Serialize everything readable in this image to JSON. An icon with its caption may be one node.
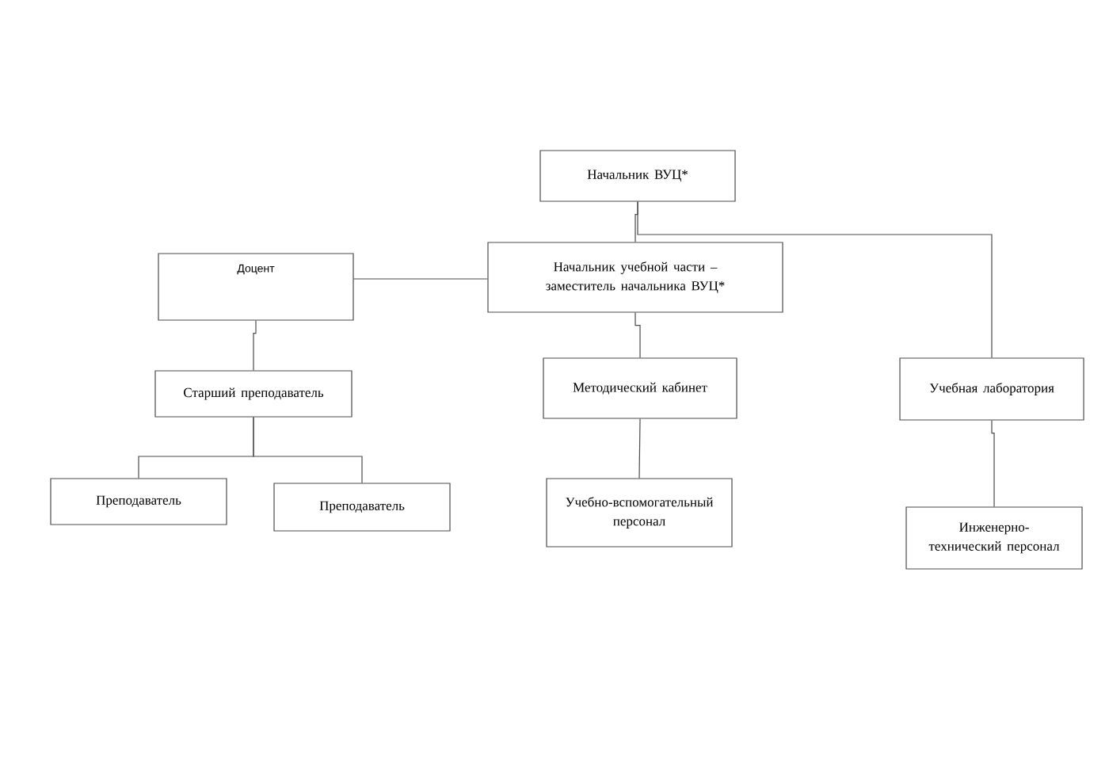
{
  "diagram": {
    "nodes": [
      {
        "text": [
          "Начальник ВУЦ*"
        ]
      },
      {
        "text": [
          "Начальник учебной части – заместитель начальника ВУЦ*"
        ]
      },
      {
        "text": [
          "Доцент"
        ]
      },
      {
        "text": [
          "Старший преподаватель"
        ]
      },
      {
        "text": [
          "Преподаватель"
        ]
      },
      {
        "text": [
          "Преподаватель"
        ]
      },
      {
        "text": [
          "Методический кабинет"
        ]
      },
      {
        "text": [
          "Учебно-вспомогательный персонал"
        ]
      },
      {
        "text": [
          "Учебная лаборатория"
        ]
      },
      {
        "text": [
          "Инженерно-технический персонал"
        ]
      }
    ],
    "edges": [
      {
        "from": 0,
        "to": 1,
        "arrow": "none"
      },
      {
        "from": 0,
        "to": 8,
        "arrow": "none"
      },
      {
        "from": 1,
        "to": 2,
        "arrow": "none"
      },
      {
        "from": 2,
        "to": 3,
        "arrow": "none"
      },
      {
        "from": 3,
        "to": 4,
        "arrow": "none"
      },
      {
        "from": 3,
        "to": 5,
        "arrow": "none"
      },
      {
        "from": 1,
        "to": 6,
        "arrow": "none"
      },
      {
        "from": 6,
        "to": 7,
        "arrow": "none"
      },
      {
        "from": 8,
        "to": 9,
        "arrow": "none"
      }
    ]
  }
}
